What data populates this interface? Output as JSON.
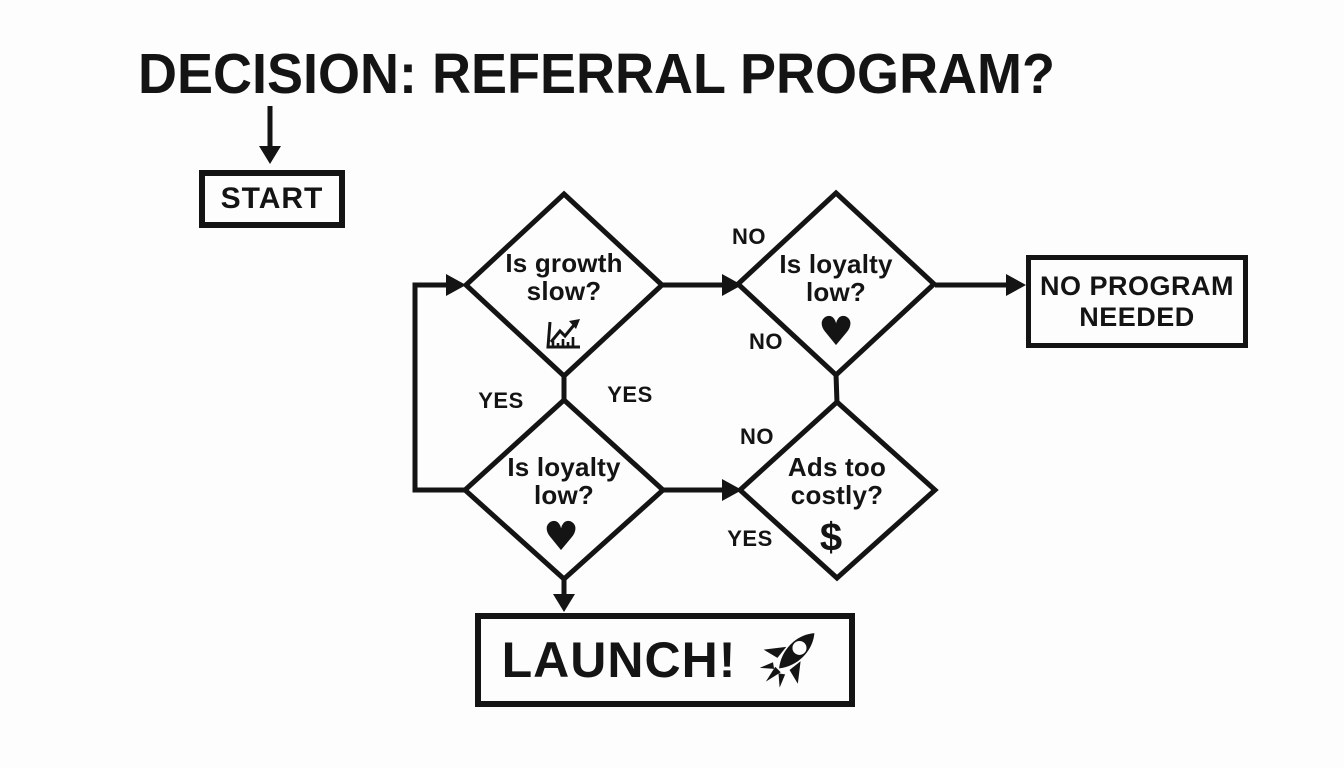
{
  "title": "DECISION: REFERRAL PROGRAM?",
  "nodes": {
    "start": {
      "label": "START"
    },
    "growth": {
      "question_line1": "Is growth",
      "question_line2": "slow?",
      "icon": "growth-chart-icon"
    },
    "loyalty_top": {
      "question_line1": "Is loyalty",
      "question_line2": "low?",
      "icon": "heart-icon"
    },
    "loyalty_bottom": {
      "question_line1": "Is loyalty",
      "question_line2": "low?",
      "icon": "heart-icon"
    },
    "ads": {
      "question_line1": "Ads too",
      "question_line2": "costly?",
      "icon": "dollar-icon"
    },
    "no_program": {
      "label_line1": "NO PROGRAM",
      "label_line2": "NEEDED"
    },
    "launch": {
      "label": "LAUNCH!",
      "icon": "rocket-icon"
    }
  },
  "edge_labels": {
    "growth_no": "NO",
    "loyalty_top_no": "NO",
    "ads_no": "NO",
    "growth_yes_left": "YES",
    "growth_yes_right": "YES",
    "ads_yes": "YES"
  },
  "glyphs": {
    "heart": "♥",
    "dollar": "$"
  },
  "colors": {
    "ink": "#141414",
    "background": "#fdfdfd"
  }
}
